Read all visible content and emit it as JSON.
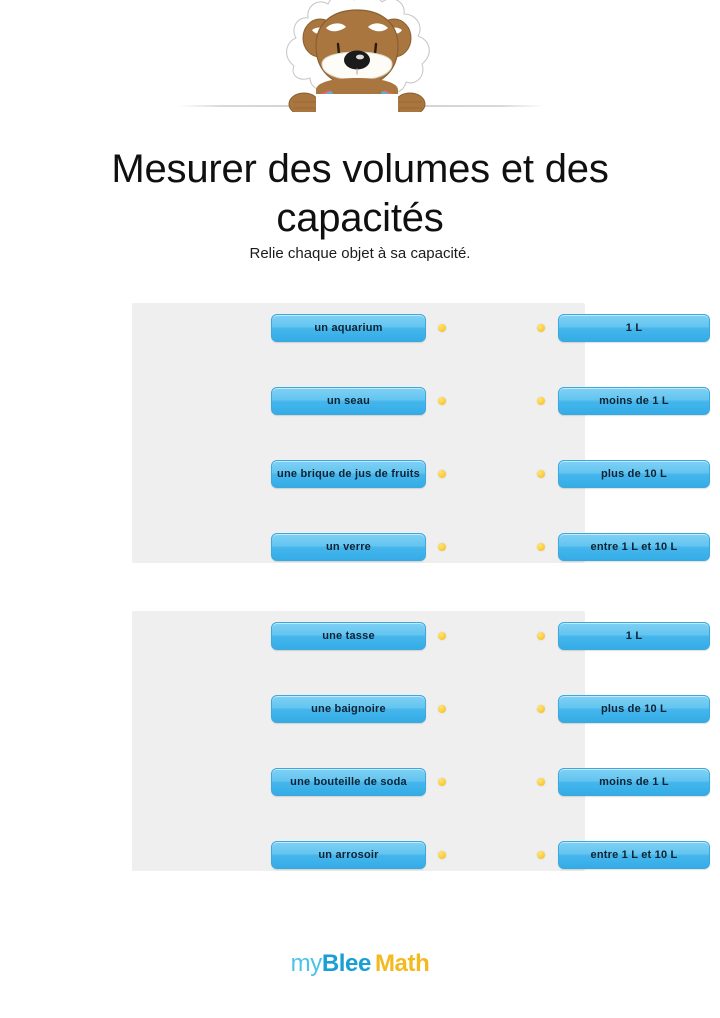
{
  "header": {
    "mascot_name": "bear-mascot",
    "rule_name": "header-divider-line"
  },
  "title": "Mesurer des volumes et des capacités",
  "subtitle": "Relie chaque objet à sa capacité.",
  "exercises": [
    {
      "id": "exercise-1",
      "left_items": [
        "un aquarium",
        "un seau",
        "une brique de jus de fruits",
        "un verre"
      ],
      "right_items": [
        "1 L",
        "moins de 1 L",
        "plus de 10 L",
        "entre 1 L et 10 L"
      ]
    },
    {
      "id": "exercise-2",
      "left_items": [
        "une tasse",
        "une baignoire",
        "une bouteille de soda",
        "un arrosoir"
      ],
      "right_items": [
        "1 L",
        "plus de 10 L",
        "moins de 1 L",
        "entre 1 L et 10 L"
      ]
    }
  ],
  "footer": {
    "logo_my": "my",
    "logo_blee": "Blee",
    "logo_math": "Math"
  },
  "colors": {
    "pill_blue": "#45b6ec",
    "pill_text": "#0d2233",
    "dot_yellow": "#fbd34a",
    "panel_bg": "#efefef",
    "logo_my": "#4cc3e8",
    "logo_blee": "#1a9fd4",
    "logo_math": "#f5b920",
    "page_bg": "#ffffff"
  }
}
